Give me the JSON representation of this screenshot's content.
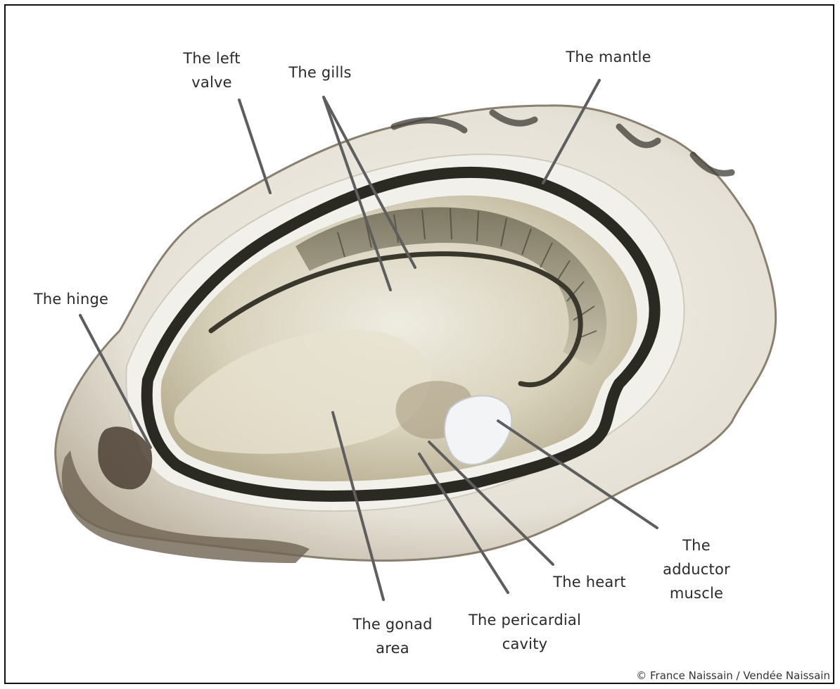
{
  "labels": {
    "left_valve": [
      "The left",
      "valve"
    ],
    "gills": [
      "The gills"
    ],
    "mantle": [
      "The mantle"
    ],
    "hinge": [
      "The hinge"
    ],
    "gonad": [
      "The gonad",
      "area"
    ],
    "pericardial": [
      "The pericardial",
      "cavity"
    ],
    "heart": [
      "The heart"
    ],
    "adductor": [
      "The",
      "adductor",
      "muscle"
    ]
  },
  "credit": "© France Naissain / Vendée Naissain",
  "colors": {
    "shell_outer": "#d9d2c4",
    "shell_inner": "#efeee8",
    "flesh": "#d8d2b9",
    "mantle_edge": "#2b2a22",
    "gill": "#8f8a72",
    "leader": "#5e5e5e",
    "adductor": "#f2f4f6"
  }
}
